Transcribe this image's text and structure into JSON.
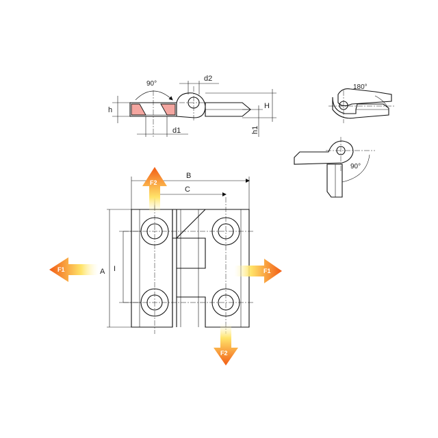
{
  "dimensions": {
    "angle_countersink": "90°",
    "d2": "d2",
    "h": "h",
    "H": "H",
    "d1": "d1",
    "h1": "h1",
    "B": "B",
    "C": "C",
    "A": "A",
    "I": "I"
  },
  "angles": {
    "open": "180°",
    "folded": "90°"
  },
  "forces": {
    "f1": "F1",
    "f2": "F2"
  },
  "colors": {
    "section_fill": "#f4a6a0",
    "arrow_light": "#ffe680",
    "arrow_dark": "#f26a1b"
  }
}
